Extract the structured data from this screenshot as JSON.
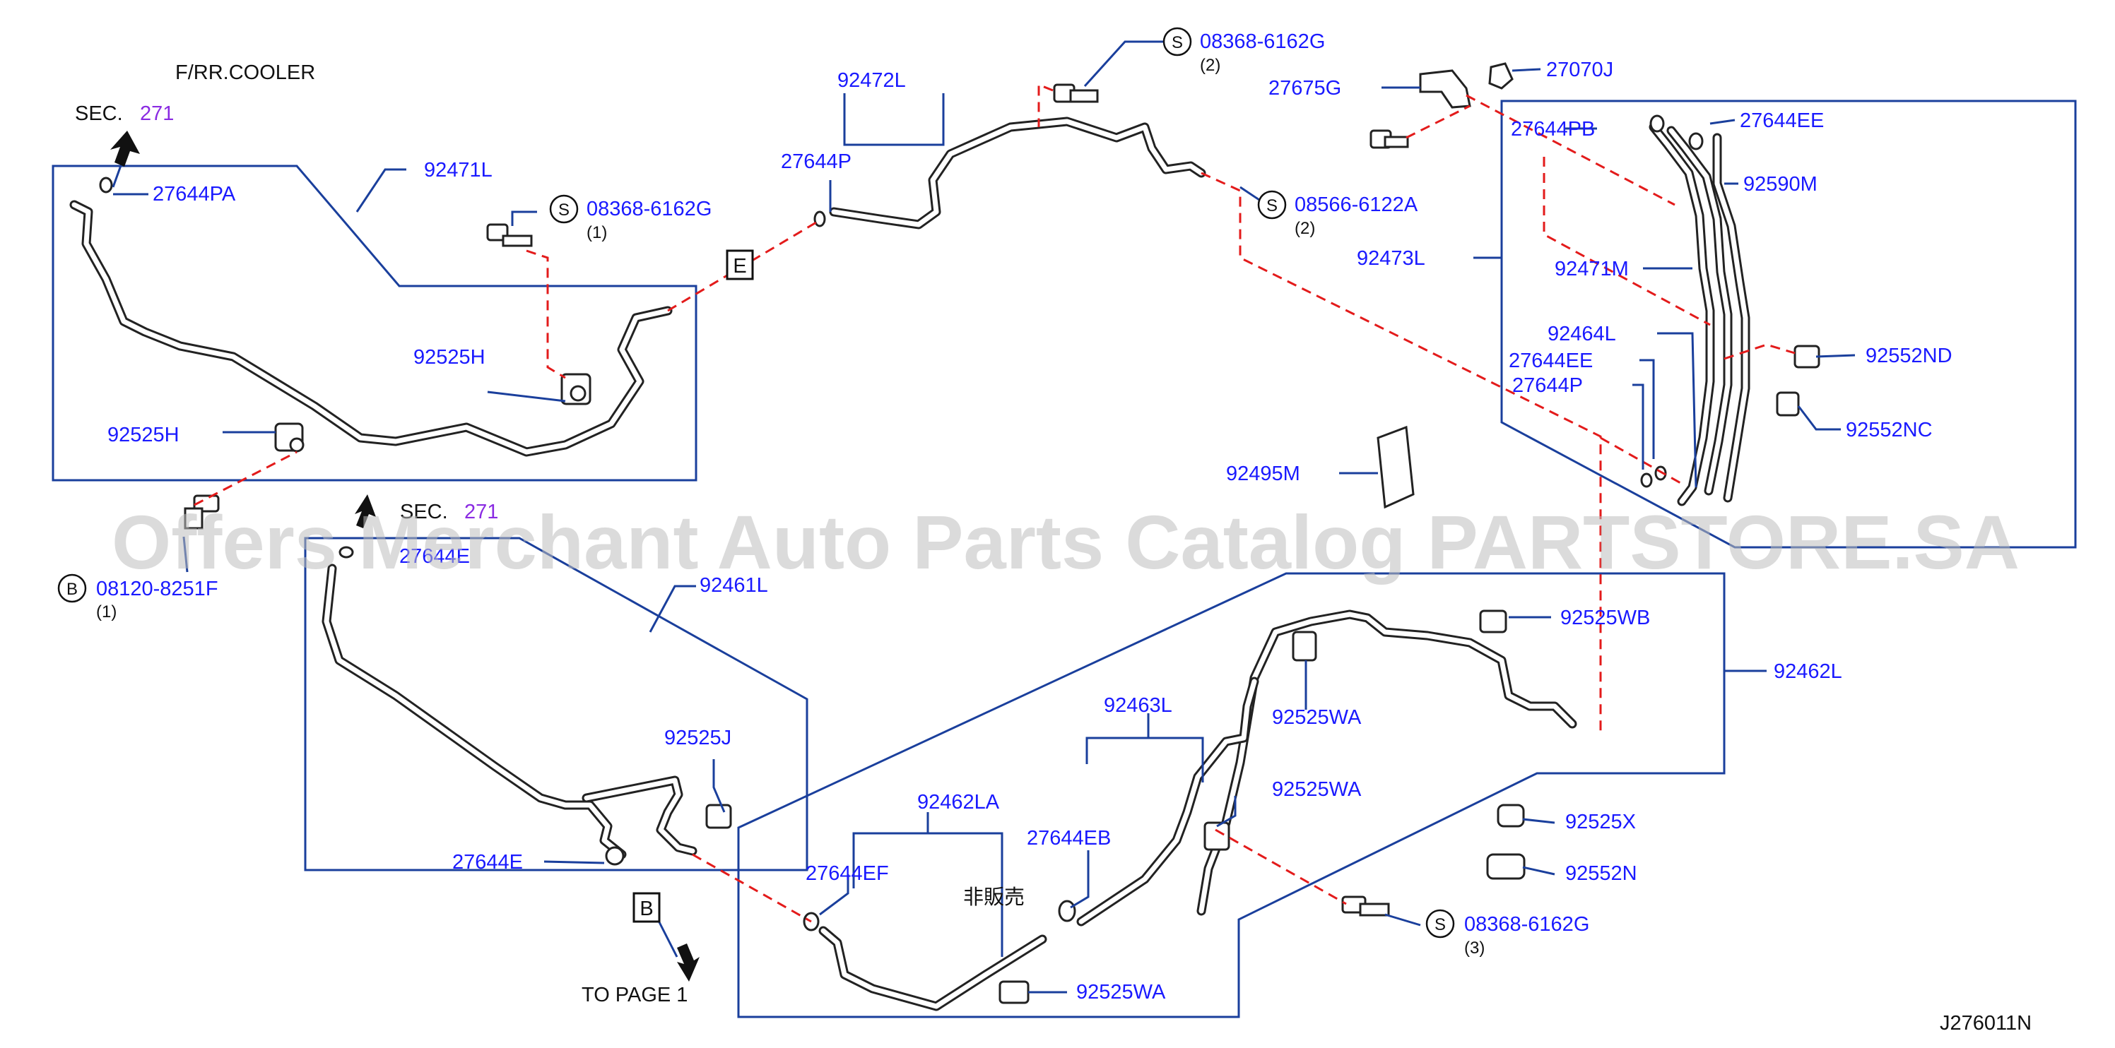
{
  "diagram_code": "J276011N",
  "watermark": "Offers Merchant Auto Parts Catalog PARTSTORE.SA",
  "sections": {
    "cooler_title": "F/RR.COOLER",
    "sec_prefix": "SEC.",
    "sec_number": "271",
    "to_page_text": "TO   PAGE   1",
    "not_for_sale": "非販売"
  },
  "connectors": {
    "E": "E",
    "B": "B"
  },
  "screw_markers": {
    "S": "S",
    "B": "B"
  },
  "parts": {
    "p27644PA": "27644PA",
    "p92471L": "92471L",
    "p08368_6162G_a": "08368-6162G",
    "q08368_6162G_a": "(1)",
    "p92525H_a": "92525H",
    "p92525H_b": "92525H",
    "p08120_8251F": "08120-8251F",
    "q08120_8251F": "(1)",
    "p27644E_obscured": "27644E",
    "p92461L": "92461L",
    "p92525J": "92525J",
    "p27644E": "27644E",
    "p92472L": "92472L",
    "p27644P_top": "27644P",
    "p08368_6162G_b": "08368-6162G",
    "q08368_6162G_b": "(2)",
    "p08566_6122A": "08566-6122A",
    "q08566_6122A": "(2)",
    "p27070J": "27070J",
    "p27675G": "27675G",
    "p27644PB": "27644PB",
    "p27644EE_top": "27644EE",
    "p92590M": "92590M",
    "p92473L": "92473L",
    "p92471M": "92471M",
    "p92464L": "92464L",
    "p27644EE": "27644EE",
    "p27644P": "27644P",
    "p92552ND": "92552ND",
    "p92552NC": "92552NC",
    "p92495M": "92495M",
    "p92525WB": "92525WB",
    "p92462L": "92462L",
    "p92525WA_a": "92525WA",
    "p92463L": "92463L",
    "p92525WA_b": "92525WA",
    "p92462LA": "92462LA",
    "p27644EB": "27644EB",
    "p27644EF": "27644EF",
    "p92525X": "92525X",
    "p92552N": "92552N",
    "p08368_6162G_c": "08368-6162G",
    "q08368_6162G_c": "(3)",
    "p92525WA_c": "92525WA"
  }
}
